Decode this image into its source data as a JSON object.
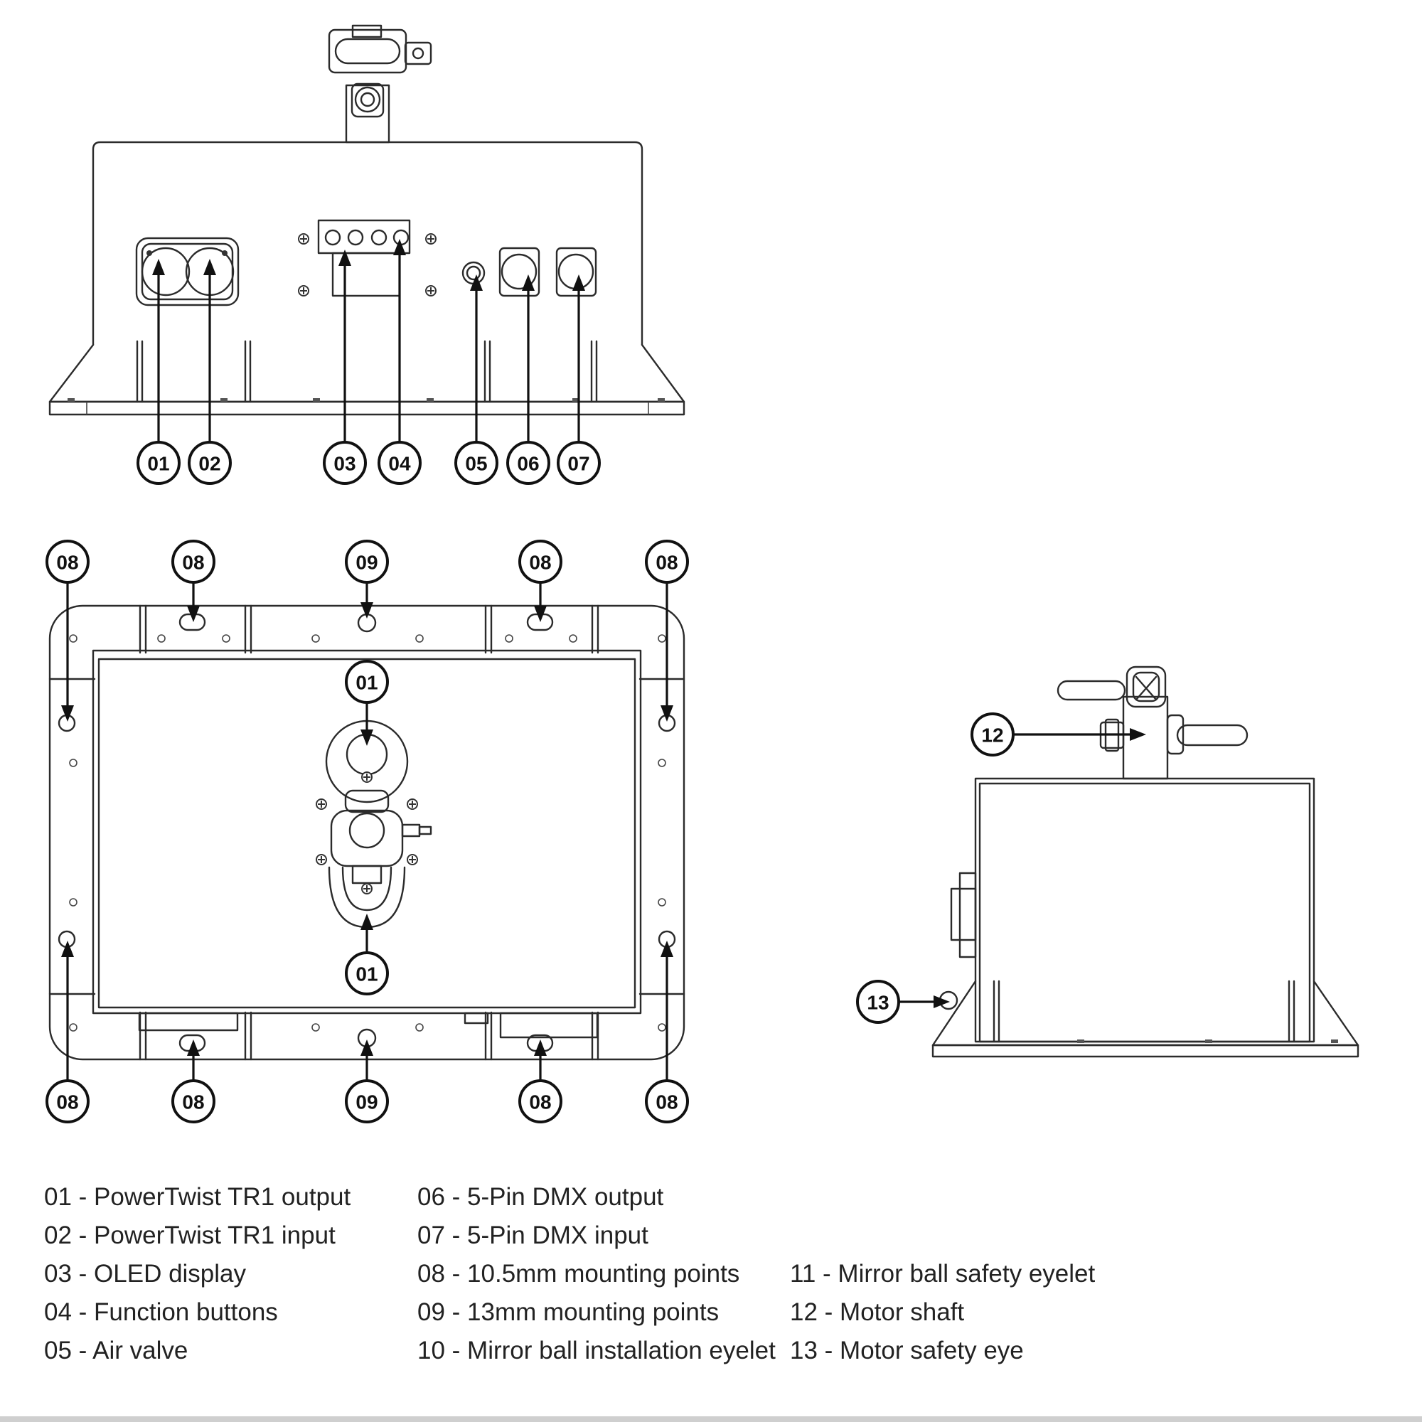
{
  "callouts": {
    "front": [
      "01",
      "02",
      "03",
      "04",
      "05",
      "06",
      "07"
    ],
    "bottom_top": [
      "08",
      "08",
      "09",
      "08",
      "08"
    ],
    "bottom_mid": [
      "01",
      "01"
    ],
    "bottom_bot": [
      "08",
      "08",
      "09",
      "08",
      "08"
    ],
    "side": [
      "12",
      "13"
    ]
  },
  "legend": [
    [
      "01 - PowerTwist TR1 output",
      "02 - PowerTwist TR1 input",
      "03 - OLED display",
      "04 - Function buttons",
      "05 - Air valve"
    ],
    [
      "06 - 5-Pin DMX output",
      "07 - 5-Pin DMX input",
      "08 - 10.5mm mounting points",
      "09 - 13mm mounting points",
      "10 - Mirror ball installation eyelet"
    ],
    [
      "11 - Mirror ball safety eyelet",
      "12 - Motor shaft",
      "13 - Motor safety eye"
    ]
  ]
}
